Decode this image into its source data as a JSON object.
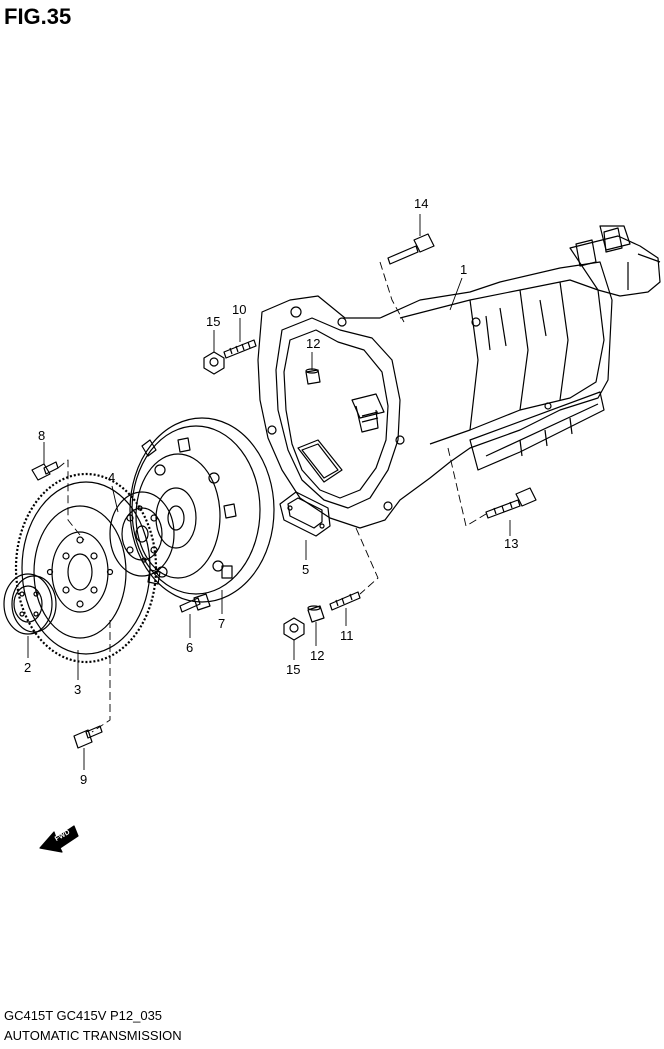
{
  "figure": {
    "title": "FIG.35",
    "code": "GC415T GC415V P12_035",
    "name": "AUTOMATIC TRANSMISSION"
  },
  "fwd_label": "FWD",
  "callouts": [
    {
      "id": "c1",
      "text": "1"
    },
    {
      "id": "c2",
      "text": "2"
    },
    {
      "id": "c3",
      "text": "3"
    },
    {
      "id": "c4",
      "text": "4"
    },
    {
      "id": "c5",
      "text": "5"
    },
    {
      "id": "c6",
      "text": "6"
    },
    {
      "id": "c7",
      "text": "7"
    },
    {
      "id": "c8",
      "text": "8"
    },
    {
      "id": "c9",
      "text": "9"
    },
    {
      "id": "c10",
      "text": "10"
    },
    {
      "id": "c11",
      "text": "11"
    },
    {
      "id": "c12a",
      "text": "12"
    },
    {
      "id": "c12b",
      "text": "12"
    },
    {
      "id": "c13",
      "text": "13"
    },
    {
      "id": "c14",
      "text": "14"
    },
    {
      "id": "c15a",
      "text": "15"
    },
    {
      "id": "c15b",
      "text": "15"
    }
  ]
}
